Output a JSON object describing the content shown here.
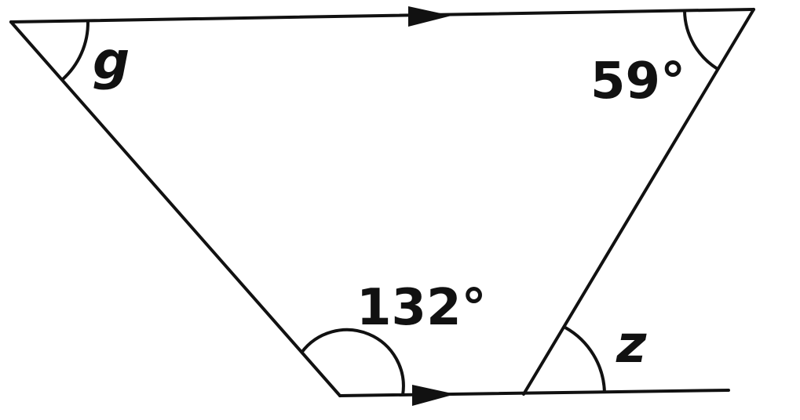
{
  "labels": {
    "angle_top_left": "g",
    "angle_top_right": "59°",
    "angle_bottom_left": "132°",
    "angle_exterior": "z"
  },
  "angles": {
    "top_right_degrees": 59,
    "bottom_left_degrees": 132
  },
  "parallel_marks": 2,
  "colors": {
    "stroke": "#111111",
    "background": "#ffffff"
  }
}
